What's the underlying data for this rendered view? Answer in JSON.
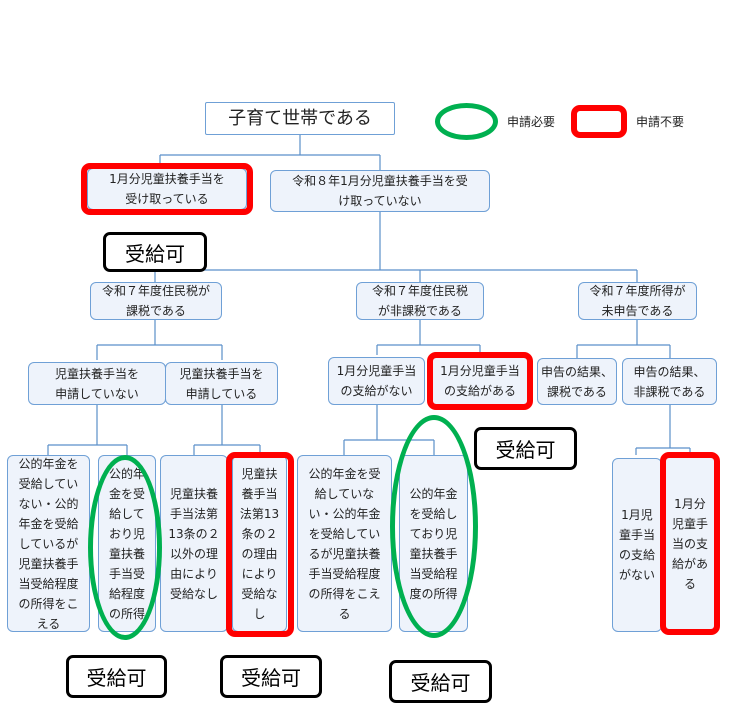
{
  "root": "子育て世帯である",
  "legend": {
    "green_label": "申請必要",
    "red_label": "申請不要",
    "green_color": "#00b050",
    "red_color": "#ff0000"
  },
  "level1": [
    "1月分児童扶養手当を\n受け取っている",
    "令和８年1月分児童扶養手当を受\nけ取っていない"
  ],
  "level2": [
    "令和７年度住民税が\n課税である",
    "令和７年度住民税\nが非課税である",
    "令和７年度所得が\n未申告である"
  ],
  "level3": [
    "児童扶養手当を\n申請していない",
    "児童扶養手当を\n申請している",
    "1月分児童手当\nの支給がない",
    "1月分児童手当\nの支給がある",
    "申告の結果、\n課税である",
    "申告の結果、\n非課税である"
  ],
  "level4": [
    "公的年金を\n受給してい\nない・公的\n年金を受給\nしているが\n児童扶養手\n当受給程度\nの所得をこ\nえる",
    "公的年\n金を受\n給して\nおり児\n童扶養\n手当受\n給程度\nの所得",
    "児童扶養\n手当法第\n13条の２\n以外の理\n由により\n受給なし",
    "児童扶\n養手当\n法第13\n条の２\nの理由\nにより\n受給な\nし",
    "公的年金を受\n給していな\nい・公的年金\nを受給してい\nるが児童扶養\n手当受給程度\nの所得をこえ\nる",
    "公的年金\nを受給し\nており児\n童扶養手\n当受給程\n度の所得",
    "1月児\n童手当\nの支給\nがない",
    "1月分\n児童手\n当の支\n給があ\nる"
  ],
  "callout": "受給可"
}
